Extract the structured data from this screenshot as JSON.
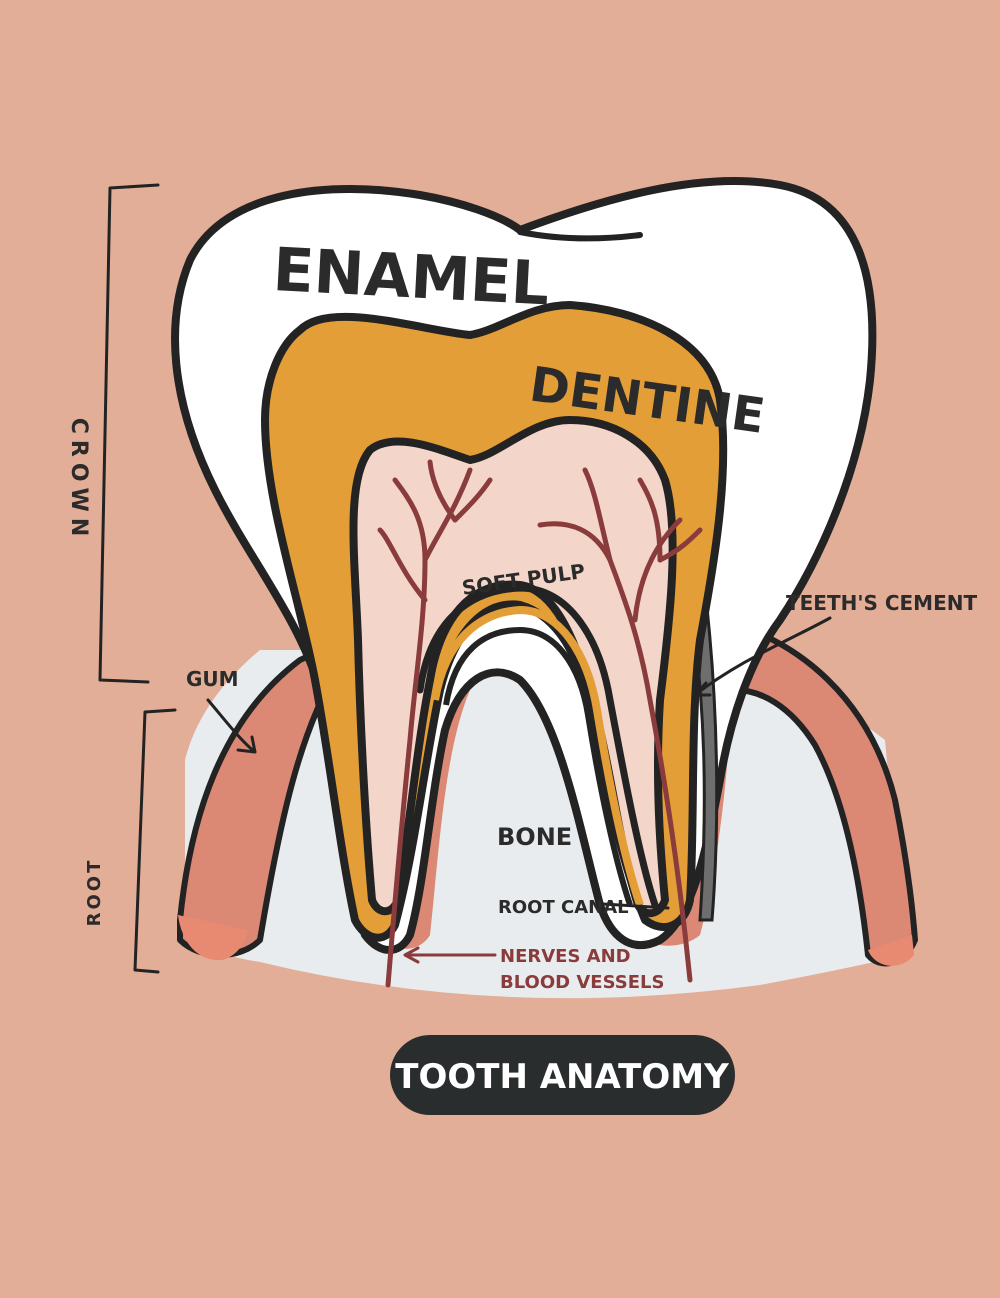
{
  "labels": {
    "enamel": "ENAMEL",
    "dentine": "DENTINE",
    "soft_pulp": "SOFT PULP",
    "teeths_cement": "TEETH'S CEMENT",
    "gum": "GUM",
    "bone": "BONE",
    "root_canal": "ROOT CANAL",
    "nerves_line1": "NERVES AND",
    "nerves_line2": "BLOOD VESSELS",
    "crown": "CROWN",
    "root": "ROOT"
  },
  "title": "TOOTH ANATOMY",
  "colors": {
    "background": "#E3AE97",
    "enamel": "#FFFFFF",
    "dentine": "#E49E38",
    "pulp": "#F3D5C9",
    "gum": "#DB8874",
    "bone": "#E9ECEE",
    "cement": "#6E6E6E",
    "vessels": "#8A3B3B",
    "outline": "#232323",
    "title_pill": "#2A2D2E"
  }
}
